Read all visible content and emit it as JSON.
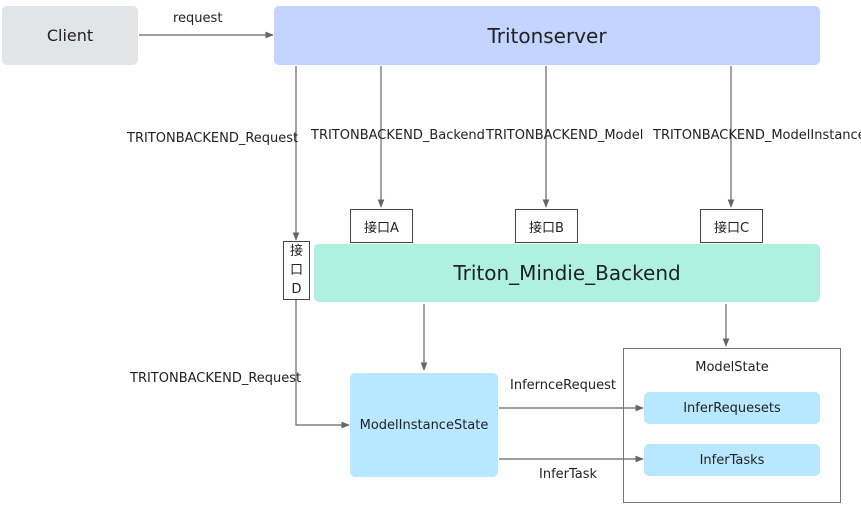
{
  "nodes": {
    "client": "Client",
    "tritonserver": "Tritonserver",
    "mindie_backend": "Triton_Mindie_Backend",
    "model_instance_state": "ModelInstanceState",
    "model_state": "ModelState",
    "infer_requesets": "InferRequesets",
    "infer_tasks": "InferTasks"
  },
  "interfaces": {
    "a": "接口A",
    "b": "接口B",
    "c": "接口C",
    "d": [
      "接",
      "口",
      "D"
    ]
  },
  "edge_labels": {
    "request": "request",
    "backend_request_top": "TRITONBACKEND_Request",
    "backend_backend": "TRITONBACKEND_Backend",
    "backend_model": "TRITONBACKEND_Model",
    "backend_model_instance": "TRITONBACKEND_ModelInstance",
    "backend_request_bottom": "TRITONBACKEND_Request",
    "infernce_request": "InfernceRequest",
    "infer_task": "InferTask"
  },
  "colors": {
    "client_fill": "#e3e4e6",
    "tritonserver_fill": "#c2d4ff",
    "backend_fill": "#aef0e2",
    "state_fill": "#b8e8ff",
    "line": "#666666"
  }
}
